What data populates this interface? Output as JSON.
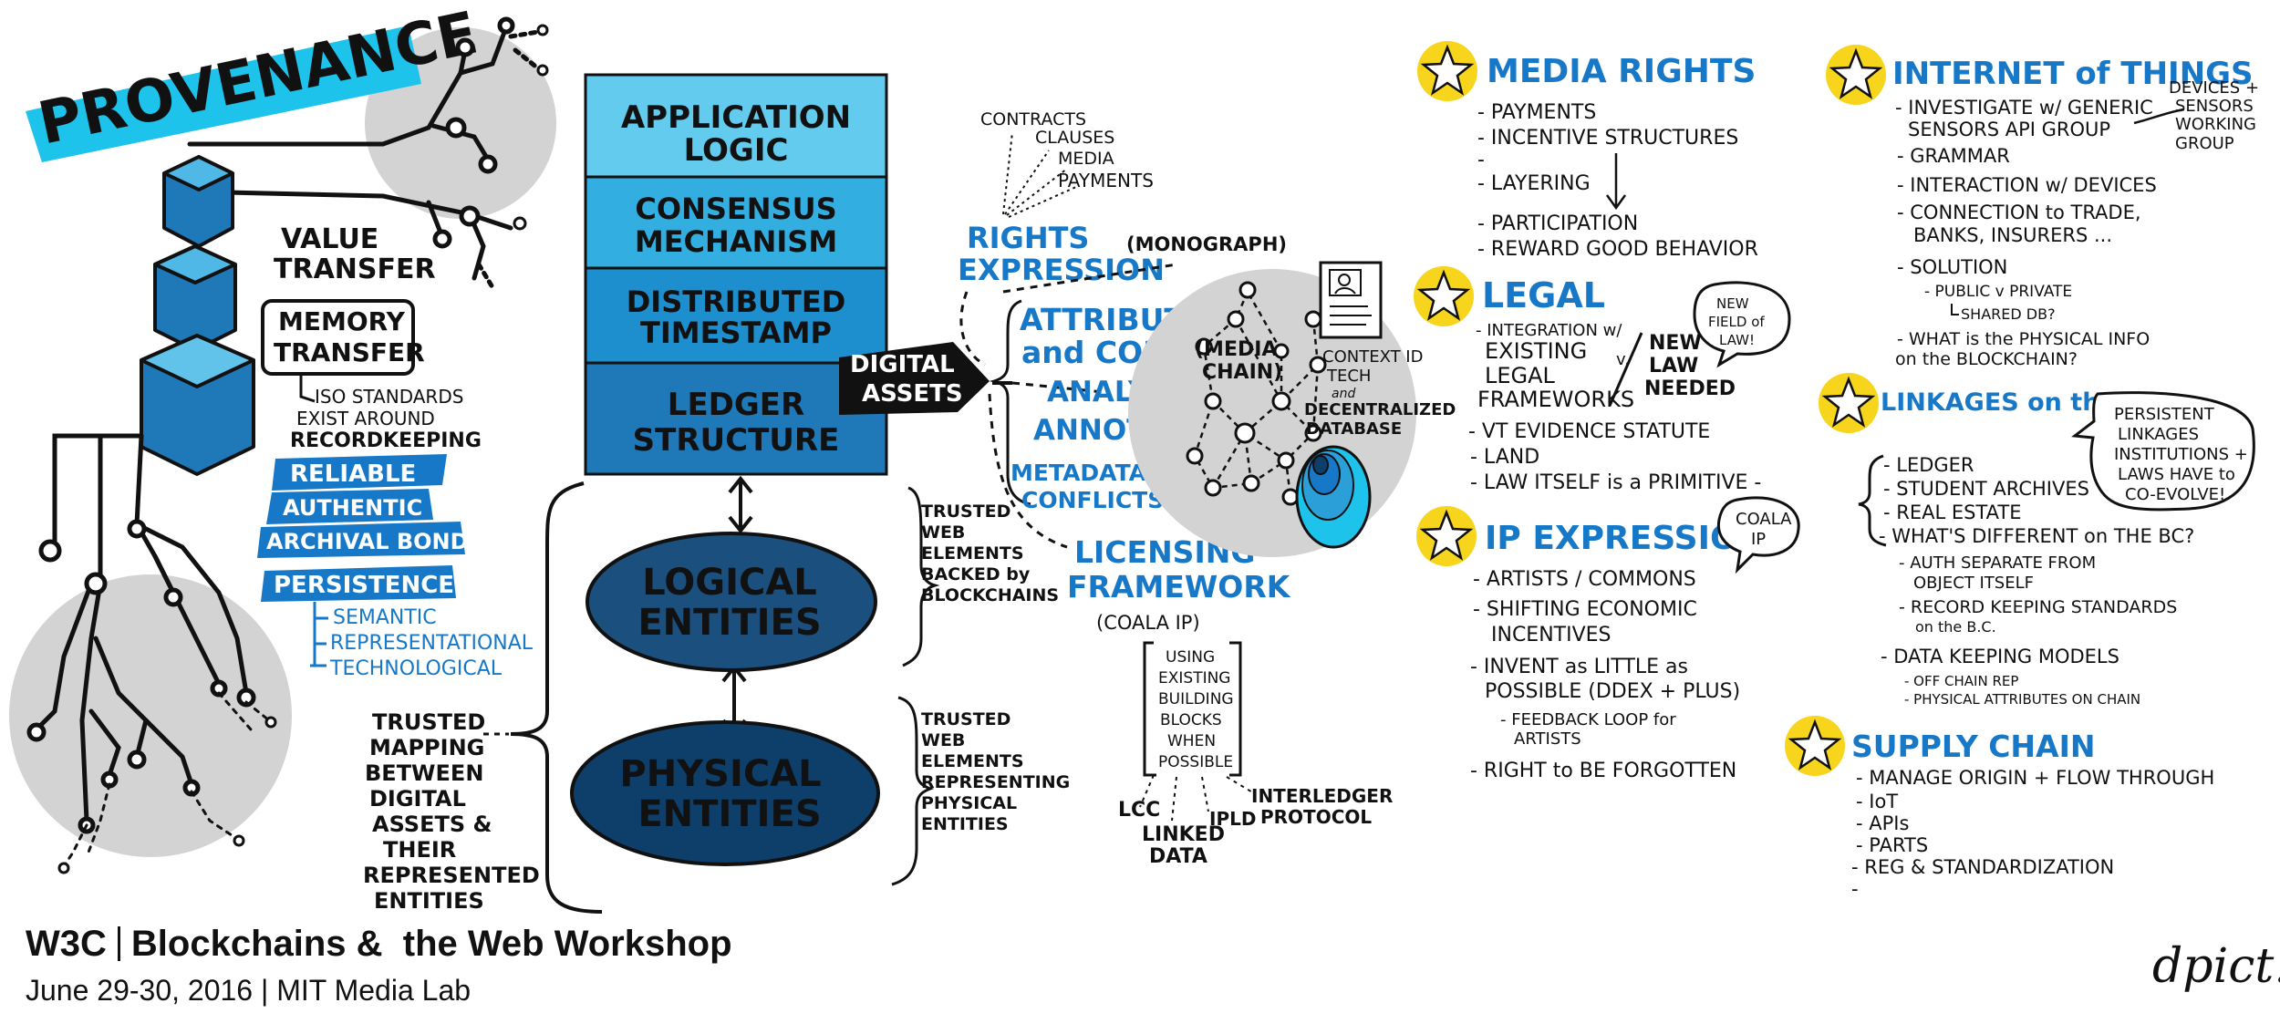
{
  "provenance": {
    "title": "PROVENANCE",
    "value_transfer": [
      "VALUE",
      "TRANSFER"
    ],
    "memory_transfer": [
      "MEMORY",
      "TRANSFER"
    ],
    "iso_note": [
      "ISO STANDARDS",
      "EXIST AROUND",
      "RECORDKEEPING"
    ],
    "qualities": [
      "RELIABLE",
      "AUTHENTIC",
      "ARCHIVAL BOND",
      "PERSISTENCE"
    ],
    "persistence_types": [
      "SEMANTIC",
      "REPRESENTATIONAL",
      "TECHNOLOGICAL"
    ],
    "trusted_mapping": [
      "TRUSTED",
      "MAPPING",
      "BETWEEN",
      "DIGITAL",
      "ASSETS &",
      "THEIR",
      "REPRESENTED",
      "ENTITIES"
    ]
  },
  "stack": {
    "layers": [
      {
        "lines": [
          "APPLICATION",
          "LOGIC"
        ],
        "color": "#62cbee"
      },
      {
        "lines": [
          "CONSENSUS",
          "MECHANISM"
        ],
        "color": "#33aee0"
      },
      {
        "lines": [
          "DISTRIBUTED",
          "TIMESTAMP"
        ],
        "color": "#1d8fcf"
      },
      {
        "lines": [
          "LEDGER",
          "STRUCTURE"
        ],
        "color": "#1f78b8"
      }
    ],
    "logical_entities": [
      "LOGICAL",
      "ENTITIES"
    ],
    "physical_entities": [
      "PHYSICAL",
      "ENTITIES"
    ],
    "trusted_elements_blockchain": [
      "TRUSTED",
      "WEB",
      "ELEMENTS",
      "BACKED by",
      "BLOCKCHAINS"
    ],
    "trusted_elements_representing": [
      "TRUSTED",
      "WEB",
      "ELEMENTS",
      "REPRESENTING",
      "PHYSICAL",
      "ENTITIES"
    ]
  },
  "digital_assets": [
    "DIGITAL",
    "ASSETS"
  ],
  "rights": {
    "fan": [
      "CONTRACTS",
      "CLAUSES",
      "MEDIA",
      "PAYMENTS"
    ],
    "rights_expression": [
      "RIGHTS",
      "EXPRESSION"
    ],
    "monograph": "(MONOGRAPH)",
    "attribution": [
      "ATTRIBUTION",
      "and CONTEXT"
    ],
    "analytics": "ANALYTICS",
    "annotation": "ANNOTATION",
    "metadata": [
      "METADATA",
      "CONFLICTS"
    ],
    "licensing": [
      "LICENSING",
      "FRAMEWORK"
    ],
    "coala": "(COALA IP)",
    "using_blocks": [
      "USING",
      "EXISTING",
      "BUILDING",
      "BLOCKS",
      "WHEN",
      "POSSIBLE"
    ],
    "lcc": "LCC",
    "linked_data": [
      "LINKED",
      "DATA"
    ],
    "ipld": "IPLD",
    "interledger": [
      "INTERLEDGER",
      "PROTOCOL"
    ]
  },
  "media_chain": {
    "label": [
      "(MEDIA",
      "CHAIN)"
    ],
    "context_id": [
      "CONTEXT ID",
      "TECH"
    ],
    "and": "and",
    "database": [
      "DECENTRALIZED",
      "DATABASE"
    ]
  },
  "media_rights": {
    "heading": "MEDIA RIGHTS",
    "items": [
      "- PAYMENTS",
      "- INCENTIVE STRUCTURES",
      "-",
      "- LAYERING",
      "- PARTICIPATION",
      "- REWARD GOOD BEHAVIOR"
    ]
  },
  "legal": {
    "heading": "LEGAL",
    "integration": [
      "- INTEGRATION w/",
      "EXISTING",
      "LEGAL",
      "FRAMEWORKS"
    ],
    "v": "v.",
    "new_law": [
      "NEW",
      "LAW",
      "NEEDED"
    ],
    "bubble": [
      "NEW",
      "FIELD of",
      "LAW!"
    ],
    "items": [
      "- VT EVIDENCE STATUTE",
      "- LAND",
      "- LAW ITSELF is a PRIMITIVE -"
    ]
  },
  "ip_expression": {
    "heading": "IP EXPRESSION",
    "bubble": [
      "COALA",
      "IP"
    ],
    "items": [
      "- ARTISTS / COMMONS",
      "- SHIFTING ECONOMIC",
      "INCENTIVES",
      "- INVENT as LITTLE as",
      "POSSIBLE (DDEX + PLUS)",
      "- FEEDBACK LOOP for",
      "ARTISTS",
      "- RIGHT to BE FORGOTTEN"
    ]
  },
  "iot": {
    "heading": "INTERNET of THINGS",
    "items": [
      "- INVESTIGATE w/ GENERIC",
      "SENSORS API GROUP",
      "- GRAMMAR",
      "- INTERACTION w/ DEVICES",
      "- CONNECTION to TRADE,",
      "BANKS, INSURERS ...",
      "- SOLUTION",
      "- PUBLIC v PRIVATE",
      "SHARED DB?",
      "- WHAT is the PHYSICAL INFO",
      "on the BLOCKCHAIN?"
    ],
    "note": [
      "DEVICES +",
      "SENSORS",
      "WORKING",
      "GROUP"
    ]
  },
  "linkages": {
    "heading": "LINKAGES on the BC",
    "bubble": [
      "PERSISTENT",
      "LINKAGES",
      "INSTITUTIONS +",
      "LAWS HAVE to",
      "CO-EVOLVE!"
    ],
    "items": [
      "- LEDGER",
      "- STUDENT ARCHIVES",
      "- REAL ESTATE",
      "- WHAT'S DIFFERENT on THE BC?",
      "- AUTH SEPARATE FROM",
      "OBJECT ITSELF",
      "- RECORD KEEPING STANDARDS",
      "on the B.C.",
      "- DATA KEEPING MODELS",
      "- OFF CHAIN REP",
      "- PHYSICAL ATTRIBUTES ON CHAIN"
    ]
  },
  "supply_chain": {
    "heading": "SUPPLY CHAIN",
    "items": [
      "- MANAGE ORIGIN + FLOW THROUGH",
      "- IoT",
      "- APIs",
      "- PARTS",
      "- REG & STANDARDIZATION",
      "-"
    ]
  },
  "footer": {
    "org": "W3C",
    "title": "Blockchains &  the Web Workshop",
    "date": "June 29-30, 2016",
    "venue": "MIT Media Lab",
    "brand": "dpict."
  },
  "colors": {
    "cyan": "#1ec3ec",
    "blue": "#1778c8",
    "dark_blue": "#0e3f6a",
    "star_yellow": "#f7d51d",
    "grey_circle": "#d3d3d3"
  },
  "icons": [
    "star-icon",
    "tree-icon",
    "cube-stack-icon",
    "network-icon",
    "document-icon",
    "fingerprint-icon",
    "arrow-icon"
  ]
}
